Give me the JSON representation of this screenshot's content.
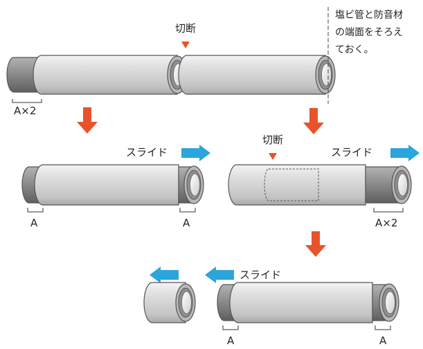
{
  "labels": {
    "cut": "切断",
    "slide": "スライド",
    "note": [
      "塩ビ管と防音材",
      "の端面をそろえ",
      "ておく。"
    ],
    "a": "A",
    "a2": "A×2"
  },
  "colors": {
    "arrow_orange": "#E8532B",
    "arrow_blue": "#2BA5DC",
    "cut_mark": "#E8532B",
    "pipe_light": "#d8d8d8",
    "sleeve_dark": "#8a8a8a",
    "outline": "#555555"
  }
}
